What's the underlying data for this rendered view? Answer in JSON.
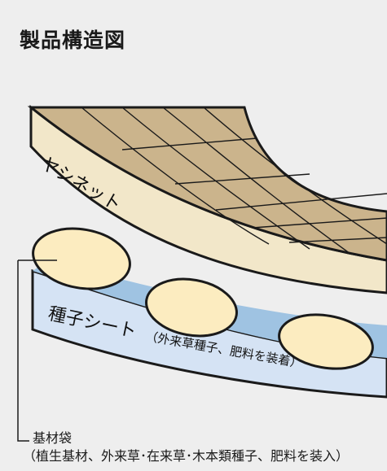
{
  "title": "製品構造図",
  "layers": {
    "top_label": "ヤシネット",
    "bottom_label_main": "種子シート",
    "bottom_label_sub": "（外来草種子、肥料を装着）"
  },
  "caption": {
    "name": "基材袋",
    "detail": "（植生基材、外来草･在来草･木本類種子、肥料を装入）"
  },
  "colors": {
    "background": "#eeeeee",
    "net_top": "#cbb48c",
    "net_side": "#f2e7c9",
    "roll": "#fcecc0",
    "sheet_side": "#d5e3f4",
    "sheet_gap": "#9fc3e2",
    "outline": "#1a1a1a"
  }
}
